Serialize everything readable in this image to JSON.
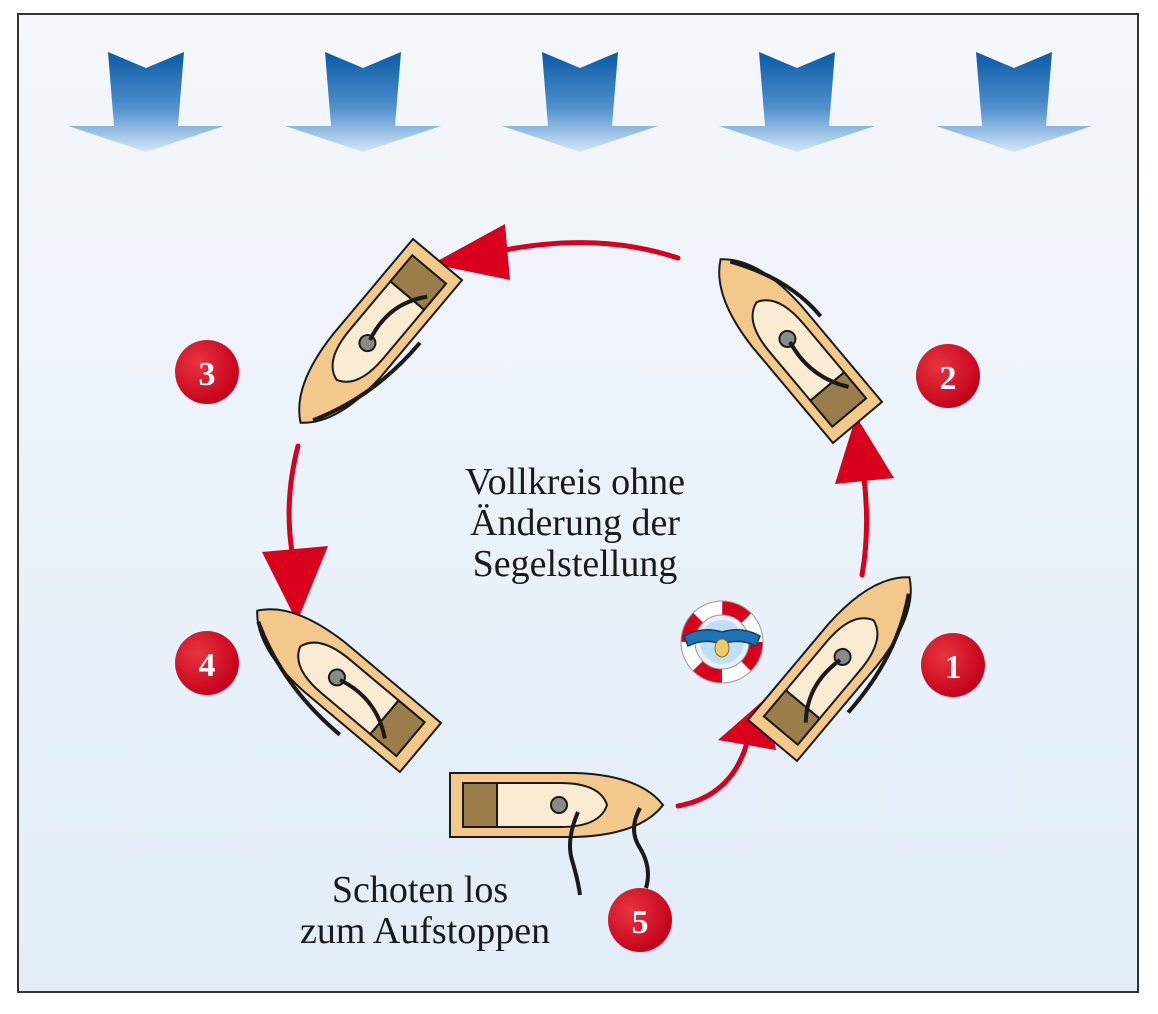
{
  "diagram": {
    "center_caption": [
      "Vollkreis ohne",
      "Änderung der",
      "Segelstellung"
    ],
    "bottom_caption": [
      "Schoten los",
      "zum Aufstoppen"
    ],
    "steps": [
      "1",
      "2",
      "3",
      "4",
      "5"
    ]
  },
  "colors": {
    "water_top": "#f2f6fa",
    "water_bottom": "#e3eef8",
    "wind_arrow_dark": "#0a5ea9",
    "wind_arrow_light": "#cfe3f4",
    "course_arrow": "#d8001c",
    "badge": "#d0001b",
    "hull": "#f2c98a",
    "deck": "#faebd3",
    "thwart": "#9a7d4b",
    "outline": "#1a1a1a"
  },
  "icons": {
    "wind": "wind-direction-arrow-icon",
    "boat": "sailing-dinghy-icon",
    "buoy": "life-ring-with-person-icon"
  }
}
